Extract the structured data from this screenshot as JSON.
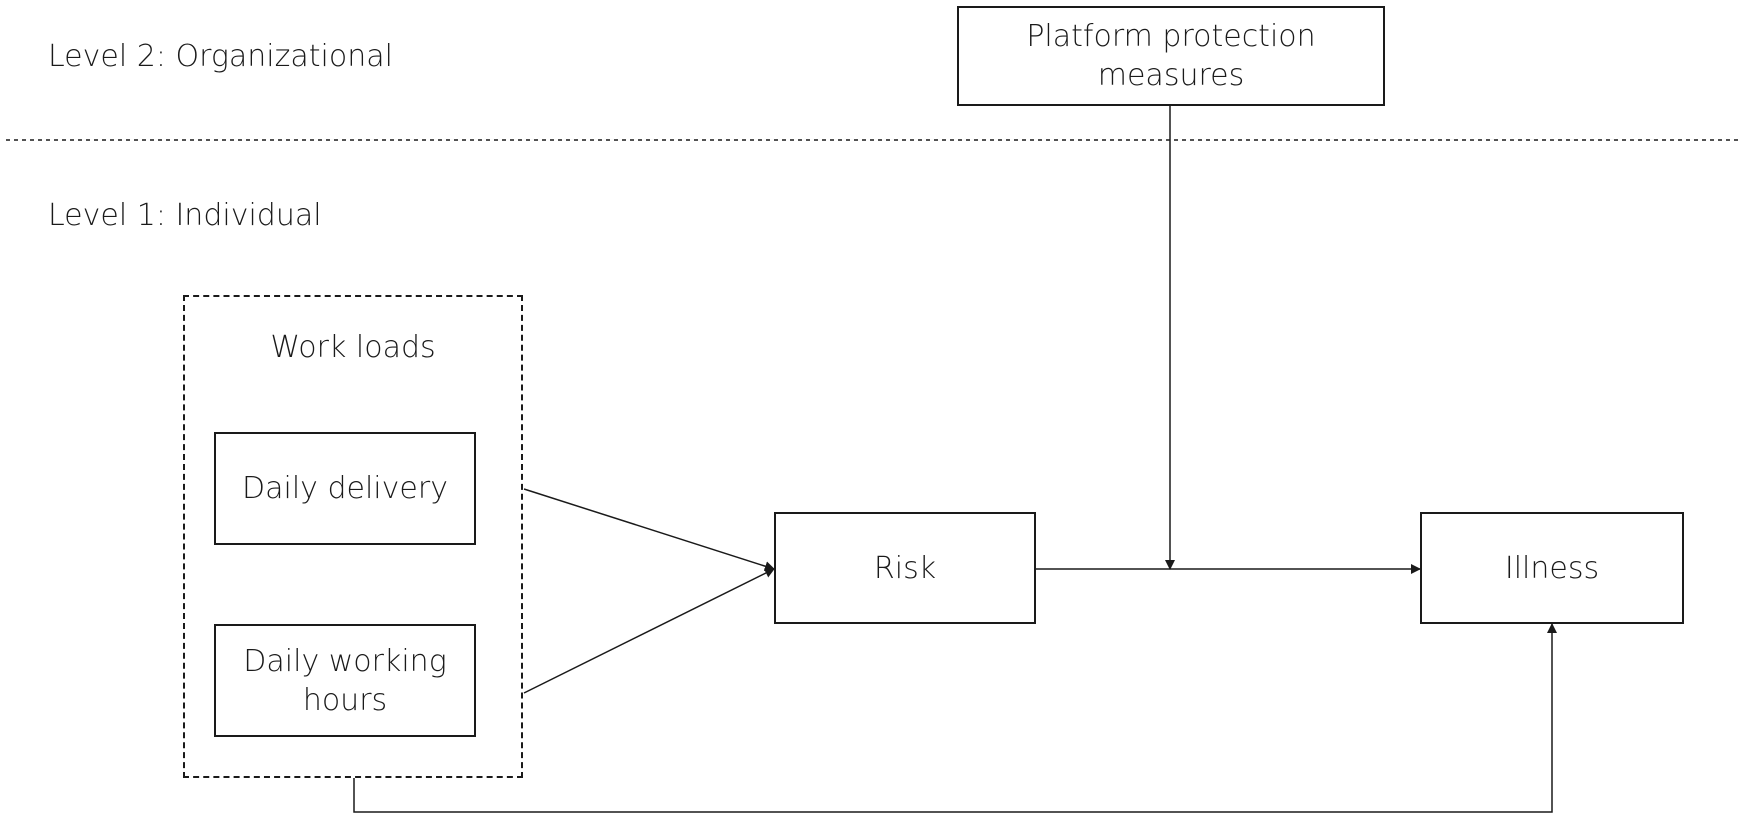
{
  "levels": {
    "organizational": "Level 2: Organizational",
    "individual": "Level 1: Individual"
  },
  "nodes": {
    "platform_protection": "Platform protection measures",
    "work_loads": "Work loads",
    "daily_delivery": "Daily delivery",
    "daily_working_hours": "Daily working hours",
    "risk": "Risk",
    "illness": "Illness"
  },
  "edges": [
    {
      "from": "daily_delivery",
      "to": "risk"
    },
    {
      "from": "daily_working_hours",
      "to": "risk"
    },
    {
      "from": "risk",
      "to": "illness"
    },
    {
      "from": "platform_protection",
      "to": "risk-illness-path",
      "type": "moderation"
    },
    {
      "from": "work_loads",
      "to": "illness"
    }
  ],
  "colors": {
    "stroke": "#1a1a1a",
    "background": "#ffffff"
  }
}
